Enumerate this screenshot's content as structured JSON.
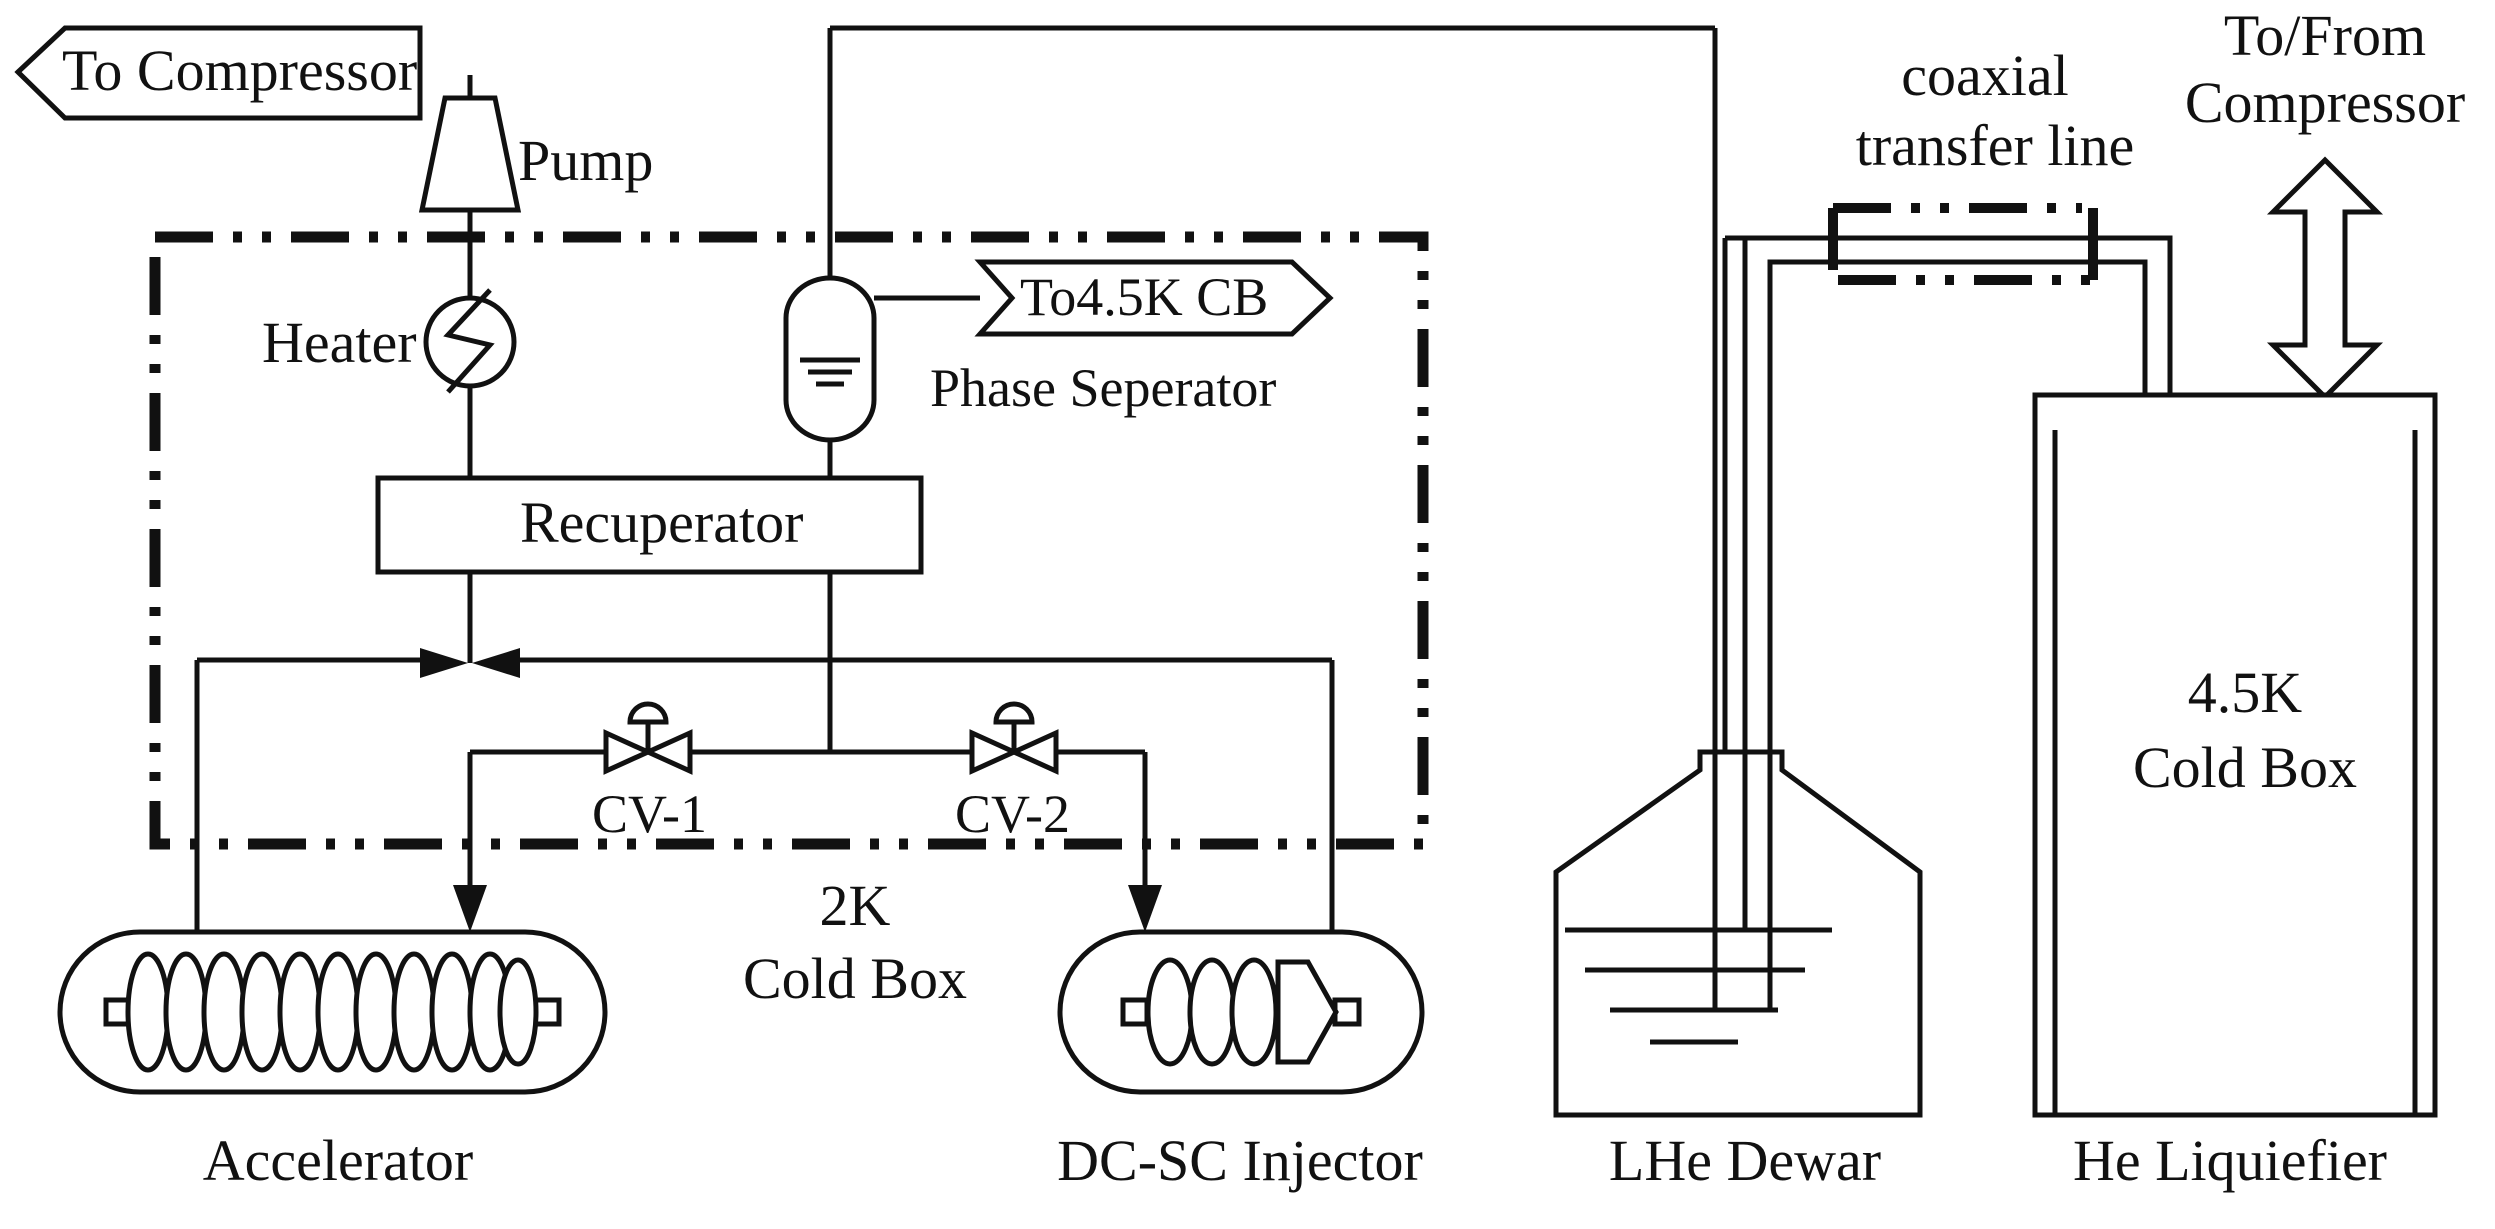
{
  "labels": {
    "to_compressor": "To Compressor",
    "pump": "Pump",
    "heater": "Heater",
    "to_4_5k_cb": "To4.5K CB",
    "phase_separator": "Phase Seperator",
    "recuperator": "Recuperator",
    "cv1": "CV-1",
    "cv2": "CV-2",
    "cold_box_2k_line1": "2K",
    "cold_box_2k_line2": "Cold Box",
    "accelerator": "Accelerator",
    "dc_sc_injector": "DC-SC Injector",
    "coaxial_line1": "coaxial",
    "coaxial_line2": "transfer line",
    "to_from_line1": "To/From",
    "to_from_line2": "Compressor",
    "cold_box_4_5k_line1": "4.5K",
    "cold_box_4_5k_line2": "Cold Box",
    "lhe_dewar": "LHe Dewar",
    "he_liquefier": "He Liquiefier"
  },
  "colors": {
    "ink": "#111111",
    "background": "#ffffff"
  }
}
